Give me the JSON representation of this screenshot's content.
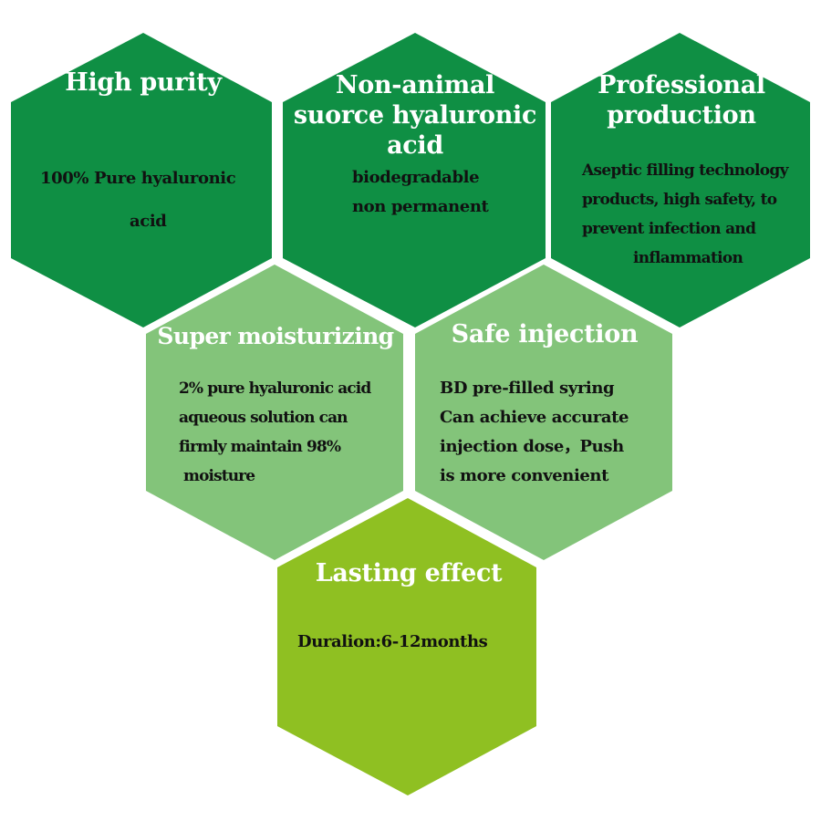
{
  "colors": {
    "dark_green": "#0f8f44",
    "medium_green": "#83c47a",
    "lime_green": "#8fc022",
    "title_text": "#ffffff",
    "body_text": "#111111"
  },
  "hexagons": [
    {
      "id": "high-purity",
      "color": "#0f8f44",
      "title": [
        "High purity"
      ],
      "body": [
        "100% Pure hyaluronic",
        "acid"
      ]
    },
    {
      "id": "non-animal",
      "color": "#0f8f44",
      "title": [
        "Non-animal",
        "suorce hyaluronic",
        "acid"
      ],
      "body": [
        "biodegradable",
        "non permanent"
      ]
    },
    {
      "id": "professional",
      "color": "#0f8f44",
      "title": [
        "Professional",
        "production"
      ],
      "body": [
        "Aseptic filling technology",
        "products, high safety, to",
        "prevent infection and",
        "inflammation"
      ]
    },
    {
      "id": "super-moisturizing",
      "color": "#83c47a",
      "title": [
        "Super moisturizing"
      ],
      "body": [
        "2% pure hyaluronic acid",
        "aqueous solution can",
        "firmly maintain 98%",
        " moisture"
      ]
    },
    {
      "id": "safe-injection",
      "color": "#83c47a",
      "title": [
        "Safe injection"
      ],
      "body": [
        "BD pre-filled syring",
        "Can achieve accurate",
        "injection dose，Push",
        "is more convenient"
      ]
    },
    {
      "id": "lasting-effect",
      "color": "#8fc022",
      "title": [
        "Lasting effect"
      ],
      "body": [
        "Duralion:6-12months"
      ]
    }
  ]
}
